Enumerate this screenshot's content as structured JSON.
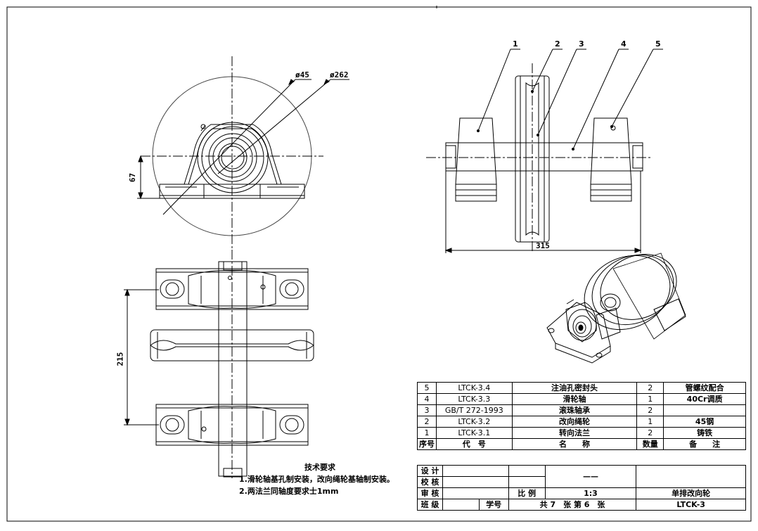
{
  "dimensions": {
    "d45": "ø45",
    "d262": "ø262",
    "h67": "67",
    "w315": "315",
    "h215": "215"
  },
  "balloons": [
    "1",
    "2",
    "3",
    "4",
    "5"
  ],
  "bom": {
    "rows": [
      {
        "no": "5",
        "code": "LTCK-3.4",
        "name": "注油孔密封头",
        "qty": "2",
        "note": "管螺纹配合"
      },
      {
        "no": "4",
        "code": "LTCK-3.3",
        "name": "滑轮轴",
        "qty": "1",
        "note": "40Cr调质"
      },
      {
        "no": "3",
        "code": "GB/T 272-1993",
        "name": "滚珠轴承",
        "qty": "2",
        "note": ""
      },
      {
        "no": "2",
        "code": "LTCK-3.2",
        "name": "改向绳轮",
        "qty": "1",
        "note": "45钢"
      },
      {
        "no": "1",
        "code": "LTCK-3.1",
        "name": "转向法兰",
        "qty": "2",
        "note": "铸铁"
      }
    ],
    "header": {
      "no": "序号",
      "code": "代　号",
      "name": "名　　称",
      "qty": "数量",
      "note": "备　　注"
    }
  },
  "title_block": {
    "design": "设 计",
    "check": "校 核",
    "review": "审 核",
    "class": "班 级",
    "student_no": "学号",
    "dash": "——",
    "scale_label": "比 例",
    "scale": "1:3",
    "drawing_name": "单排改向轮",
    "sheets": "共 7　张 第 6　张",
    "drawing_no": "LTCK-3"
  },
  "notes": {
    "title": "技术要求",
    "items": [
      "1.滑轮轴基孔制安装，改向绳轮基轴制安装。",
      "2.两法兰同轴度要求士1mm"
    ]
  }
}
